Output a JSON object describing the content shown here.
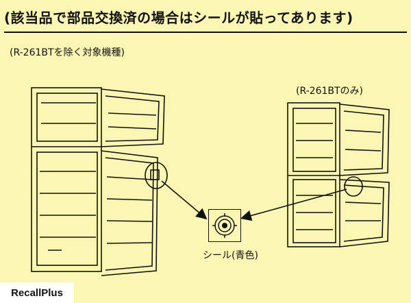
{
  "header": {
    "title": "(該当品で部品交換済の場合はシールが貼ってあります)"
  },
  "left_figure": {
    "caption": "(R-261BTを除く対象機種)"
  },
  "right_figure": {
    "caption": "(R-261BTのみ)"
  },
  "seal": {
    "caption": "シール(青色)",
    "color": "blue"
  },
  "watermark": {
    "text": "RecallPlus"
  }
}
